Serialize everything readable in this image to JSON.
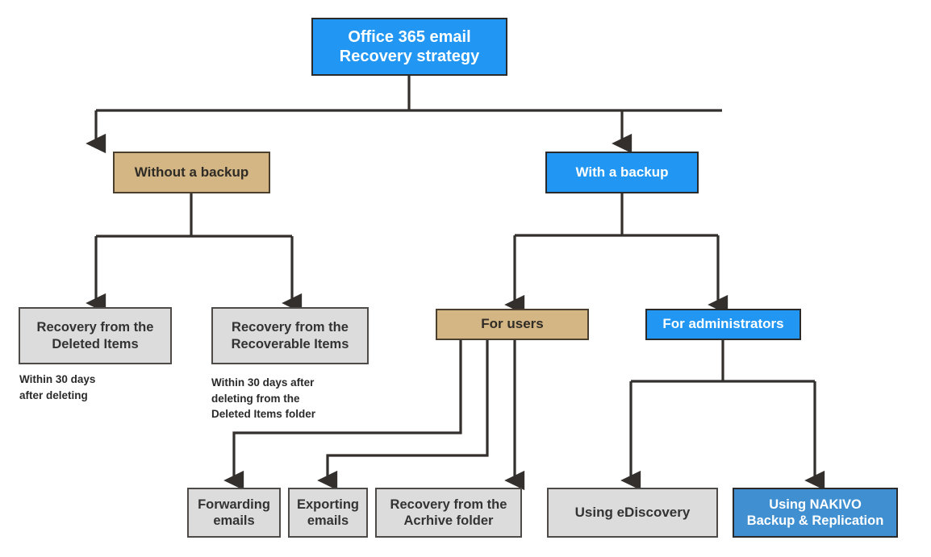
{
  "diagram": {
    "title": "Office 365 email Recovery strategy",
    "type": "flowchart",
    "colors": {
      "blue": "#2196f3",
      "blue_muted": "#3f8fd1",
      "tan": "#d3b684",
      "gray": "#dcdcdc",
      "line": "#332f2c",
      "text_dark": "#333333",
      "text_light": "#ffffff",
      "background": "#ffffff"
    },
    "nodes": {
      "root": "Office 365 email\nRecovery strategy",
      "without_backup": "Without a backup",
      "with_backup": "With a backup",
      "deleted_items": "Recovery from the\nDeleted Items",
      "recoverable_items": "Recovery from the\nRecoverable Items",
      "for_users": "For users",
      "for_administrators": "For administrators",
      "forwarding_emails": "Forwarding\nemails",
      "exporting_emails": "Exporting\nemails",
      "archive_folder": "Recovery from the\nAcrhive folder",
      "ediscovery": "Using eDiscovery",
      "nakivo": "Using NAKIVO\nBackup & Replication"
    },
    "notes": {
      "deleted_items_note": "Within 30 days\nafter deleting",
      "recoverable_items_note": "Within 30 days  after\ndeleting from the\nDeleted Items folder"
    }
  }
}
